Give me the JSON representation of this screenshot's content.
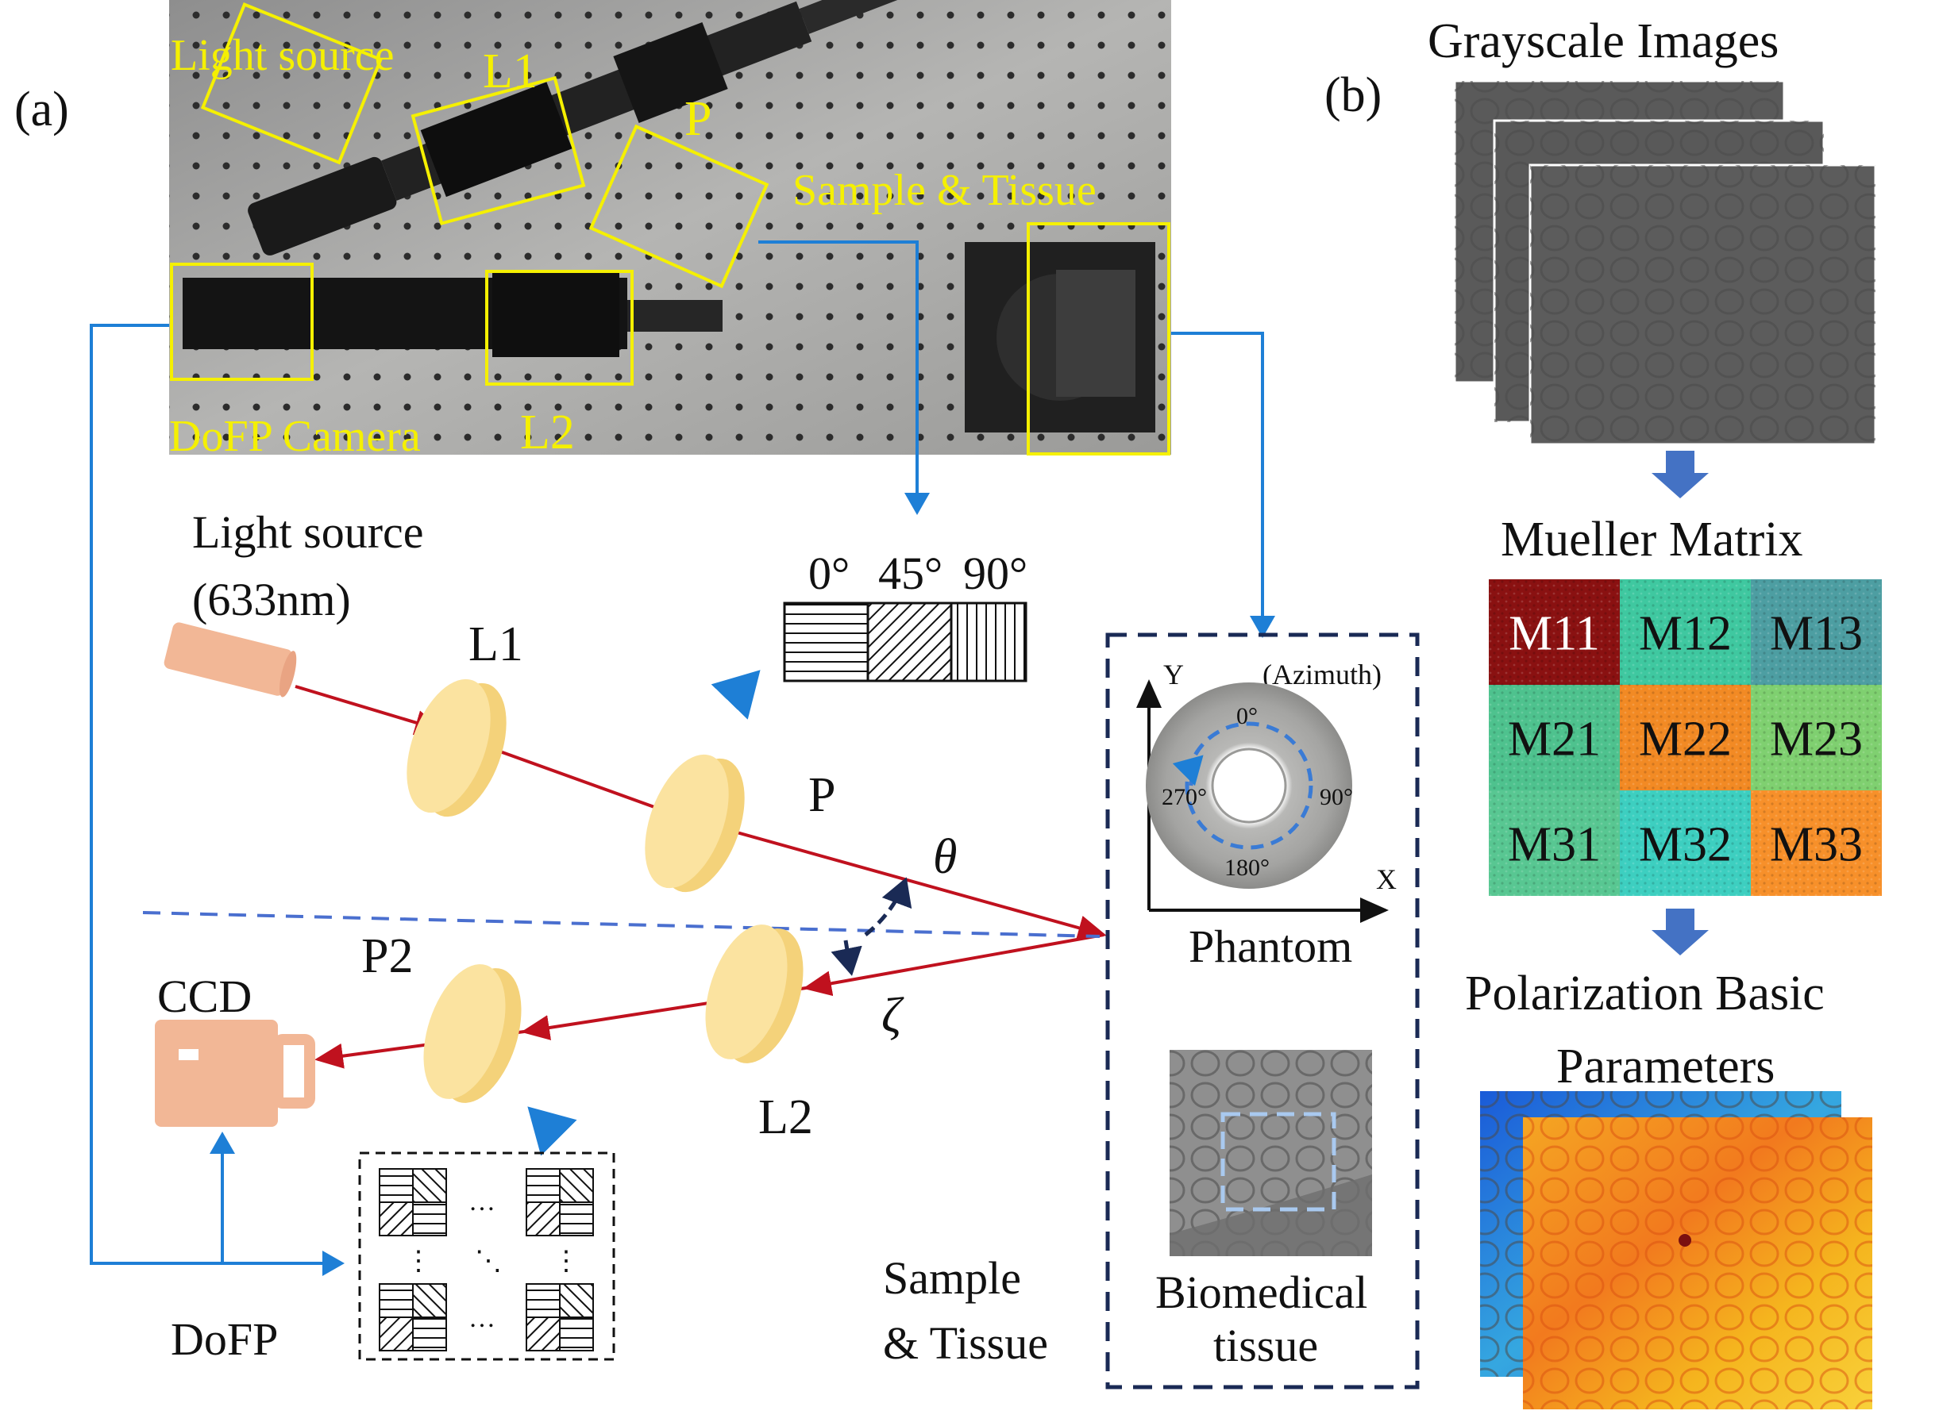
{
  "panel_a": {
    "label": "(a)",
    "photo_labels": {
      "light_source": "Light source",
      "l1": "L1",
      "p": "P",
      "sample_tissue": "Sample &  Tissue",
      "dofp_camera": "DoFP Camera",
      "l2": "L2"
    },
    "light_source_label": "Light source",
    "light_source_wavelength": "(633nm)",
    "l1_label": "L1",
    "p_label": "P",
    "theta": "θ",
    "zeta": "ζ",
    "l2_label": "L2",
    "p2_label": "P2",
    "ccd_label": "CCD",
    "dofp_label": "DoFP",
    "polarizer_angles": [
      "0°",
      "45°",
      "90°"
    ],
    "sample_label_line1": "Sample",
    "sample_label_line2": "& Tissue",
    "phantom": {
      "y_axis": "Y",
      "x_axis": "X",
      "azimuth": "(Azimuth)",
      "deg0": "0°",
      "deg90": "90°",
      "deg180": "180°",
      "deg270": "270°",
      "label": "Phantom"
    },
    "tissue_label_line1": "Biomedical",
    "tissue_label_line2": "tissue",
    "dofp_dots": [
      "…",
      "…",
      "⋮",
      "⋮",
      "⋱"
    ]
  },
  "panel_b": {
    "label": "(b)",
    "grayscale_title": "Grayscale Images",
    "mueller_title": "Mueller Matrix",
    "matrix": [
      [
        "M11",
        "M12",
        "M13"
      ],
      [
        "M21",
        "M22",
        "M23"
      ],
      [
        "M31",
        "M32",
        "M33"
      ]
    ],
    "matrix_colors": [
      [
        "#8a1111",
        "#3fc8a0",
        "#4d9ea2"
      ],
      [
        "#4ec28e",
        "#f28a24",
        "#7fd070"
      ],
      [
        "#58c792",
        "#3dcfc0",
        "#f7902a"
      ]
    ],
    "basic_title_line1": "Polarization Basic",
    "basic_title_line2": "Parameters"
  },
  "colors": {
    "beam": "#c0111e",
    "connector": "#1e7fd6",
    "yellow_box": "#f5f000",
    "lens": "#fbe3a0",
    "ccd": "#f2b796",
    "dashed": "#1a2a55"
  }
}
